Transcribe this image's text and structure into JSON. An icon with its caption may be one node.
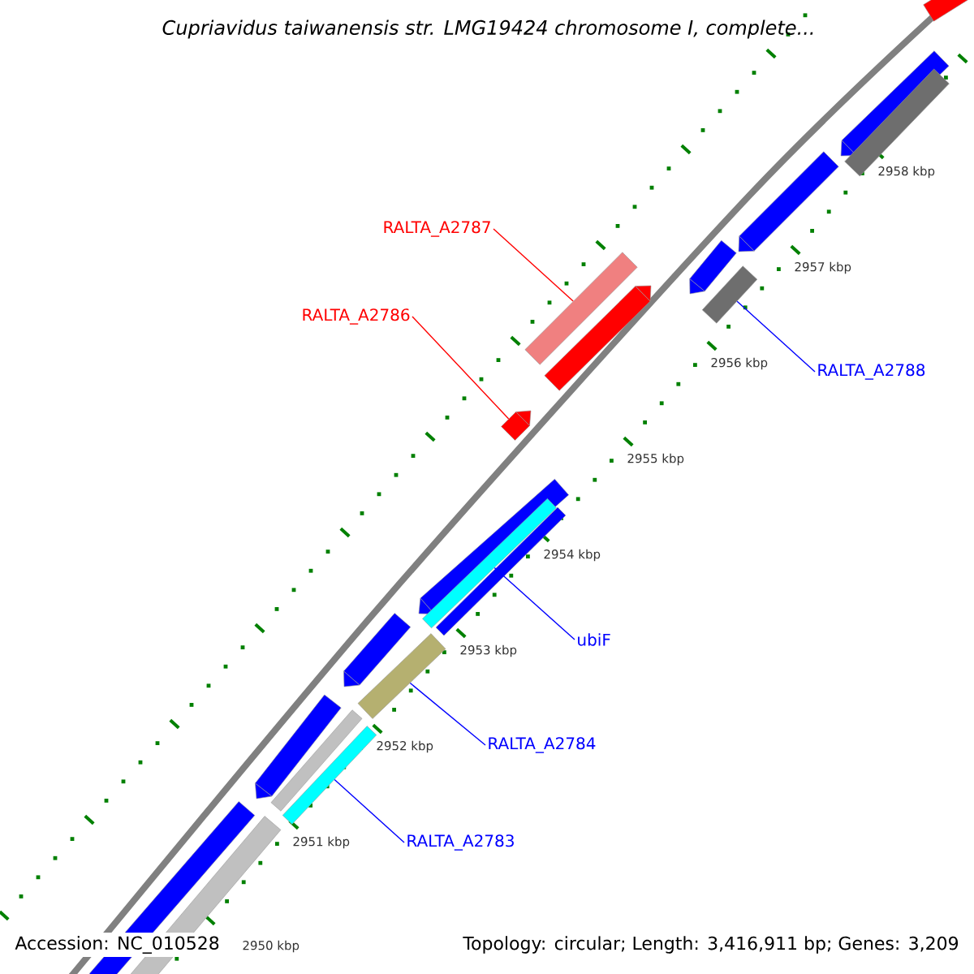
{
  "diagram": {
    "title": "Cupriavidus taiwanensis str. LMG19424 chromosome I, complete...",
    "nodes": [
      {
        "text": [
          "RALTA_A2787"
        ]
      },
      {
        "text": [
          "RALTA_A2786"
        ]
      },
      {
        "text": [
          "RALTA_A2788"
        ]
      },
      {
        "text": [
          "ubiF"
        ]
      },
      {
        "text": [
          "RALTA_A2784"
        ]
      },
      {
        "text": [
          "RALTA_A2783"
        ]
      },
      {
        "text": [],
        "shape": "bar"
      },
      {
        "text": [],
        "shape": "bar"
      },
      {
        "text": [],
        "shape": "bar"
      },
      {
        "text": [],
        "shape": "bar"
      },
      {
        "text": [],
        "shape": "bar"
      },
      {
        "text": [],
        "shape": "bar"
      }
    ],
    "edges": [
      {
        "from": 0,
        "to": 6,
        "arrow": "none",
        "color": "#ff0000"
      },
      {
        "from": 1,
        "to": 7,
        "arrow": "none",
        "color": "#ff0000"
      },
      {
        "from": 2,
        "to": 8,
        "arrow": "none"
      },
      {
        "from": 3,
        "to": 9,
        "arrow": "none"
      },
      {
        "from": 4,
        "to": 10,
        "arrow": "none"
      },
      {
        "from": 5,
        "to": 11,
        "arrow": "none"
      }
    ],
    "labels": [
      "2958 kbp",
      "2957 kbp",
      "2956 kbp",
      "2955 kbp",
      "2954 kbp",
      "2953 kbp",
      "2952 kbp",
      "2951 kbp",
      "2950 kbp",
      "Accession: NC_010528",
      "Topology: circular; Length: 3,416,911 bp; Genes: 3,209"
    ]
  }
}
